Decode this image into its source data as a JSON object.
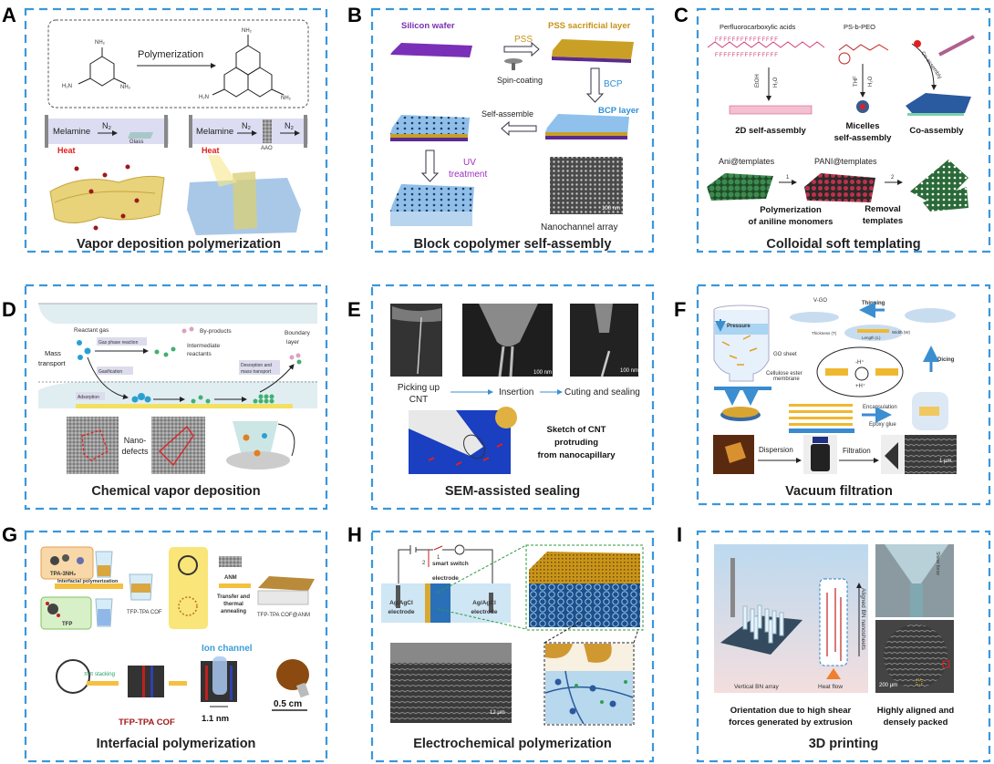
{
  "colors": {
    "panel_border": "#3b97d9",
    "heat": "#e02020",
    "purple": "#8a2fc9",
    "orange": "#c8921a",
    "blue_label": "#2f8fd8",
    "dark_red": "#a01818"
  },
  "panels": {
    "A": {
      "letter": "A",
      "title": "Vapor deposition polymerization",
      "reaction_label": "Polymerization",
      "nh2": "NH₂",
      "h2n": "H₂N",
      "n": "N",
      "melamine": "Melamine",
      "n2": "N₂",
      "glass": "Glass",
      "heat": "Heat",
      "aao": "AAO"
    },
    "B": {
      "letter": "B",
      "title": "Block copolymer self-assembly",
      "silicon_wafer": "Silicon wafer",
      "pss": "PSS",
      "spin_coating": "Spin-coating",
      "pss_layer": "PSS sacrificial layer",
      "bcp": "BCP",
      "bcp_layer": "BCP layer",
      "self_assemble": "Self-assemble",
      "uv": "UV",
      "treatment": "treatment",
      "scale": "100 nm",
      "nanochannel": "Nanochannel array"
    },
    "C": {
      "letter": "C",
      "title": "Colloidal soft templating",
      "pfca": "Perfluorocarboxylic acids",
      "psbpeo": "PS-b-PEO",
      "etoh": "EtOH",
      "h2o": "H₂O",
      "thf": "THF",
      "co_assembly_arrow": "Co-assembly",
      "self_2d": "2D self-assembly",
      "micelles": "Micelles",
      "micelles2": "self-assembly",
      "co_assembly": "Co-assembly",
      "ani": "Ani@templates",
      "pani": "PANI@templates",
      "step1": "1",
      "step2": "2",
      "poly1": "Polymerization",
      "poly2": "of aniline monomers",
      "rem1": "Removal",
      "rem2": "templates"
    },
    "D": {
      "letter": "D",
      "title": "Chemical vapor deposition",
      "reactant_gas": "Reactant gas",
      "mass": "Mass",
      "transport": "transport",
      "gas_phase": "Gas phase reaction",
      "byproducts": "By-products",
      "intermediate": "Intermediate",
      "reactants": "reactants",
      "boundary": "Boundary",
      "layer": "layer",
      "gasification": "Gasification",
      "desorption": "Desorption and",
      "mass_transport": "mass transport",
      "adsorption": "Adsorption",
      "nano": "Nano-",
      "defects": "defects"
    },
    "E": {
      "letter": "E",
      "title": "SEM-assisted sealing",
      "picking": "Picking up",
      "cnt": "CNT",
      "insertion": "Insertion",
      "cutting": "Cuting and sealing",
      "scale1": "100 nm",
      "scale2": "100 nm",
      "sketch1": "Sketch of CNT",
      "sketch2": "protruding",
      "sketch3": "from nanocapillary"
    },
    "F": {
      "letter": "F",
      "title": "Vacuum filtration",
      "pressure": "Pressure",
      "go_sheet": "GO sheet",
      "cellulose": "Cellulose ester",
      "membrane": "membrane",
      "vgo": "V-GO",
      "thinning": "Thinning",
      "thickness": "Thickness (T)",
      "length": "Length (L)",
      "width": "Width (W)",
      "dicing": "Dicing",
      "minus_h": "-H⁺",
      "plus_h": "+H⁺",
      "encapsulation": "Encapsulation",
      "epoxy": "Epoxy glue",
      "dispersion": "Dispersion",
      "filtration": "Filtration",
      "scale": "1 μm"
    },
    "G": {
      "letter": "G",
      "title": "Interfacial polymerization",
      "tpa": "TPA-3NH₂",
      "tfp": "TFP",
      "interfacial": "Interfacial polymerization",
      "cof": "TFP-TPA COF",
      "anm": "ANM",
      "transfer1": "Transfer and",
      "transfer2": "thermal",
      "transfer3": "annealing",
      "cof_anm": "TFP-TPA COF@ANM",
      "ion_channel": "Ion channel",
      "stacking": "π-π stacking",
      "cof_red": "TFP-TPA COF",
      "size": "1.1 nm",
      "scale": "0.5 cm"
    },
    "H": {
      "letter": "H",
      "title": "Electrochemical polymerization",
      "one": "1",
      "two": "2",
      "smart_switch": "smart switch",
      "electrode": "electrode",
      "agcl": "Ag/AgCl",
      "agcl_electrode": "electrode",
      "scale": "12 μm"
    },
    "I": {
      "letter": "I",
      "title": "3D printing",
      "vertical": "Vertical BN array",
      "heat_flow": "Heat flow",
      "aligned": "Aligned BN nanosheets",
      "shear": "Shear force",
      "scale": "200 μm",
      "cap1a": "Orientation due to high shear",
      "cap1b": "forces generated by extrusion",
      "cap2a": "Highly aligned and",
      "cap2b": "densely packed"
    }
  }
}
